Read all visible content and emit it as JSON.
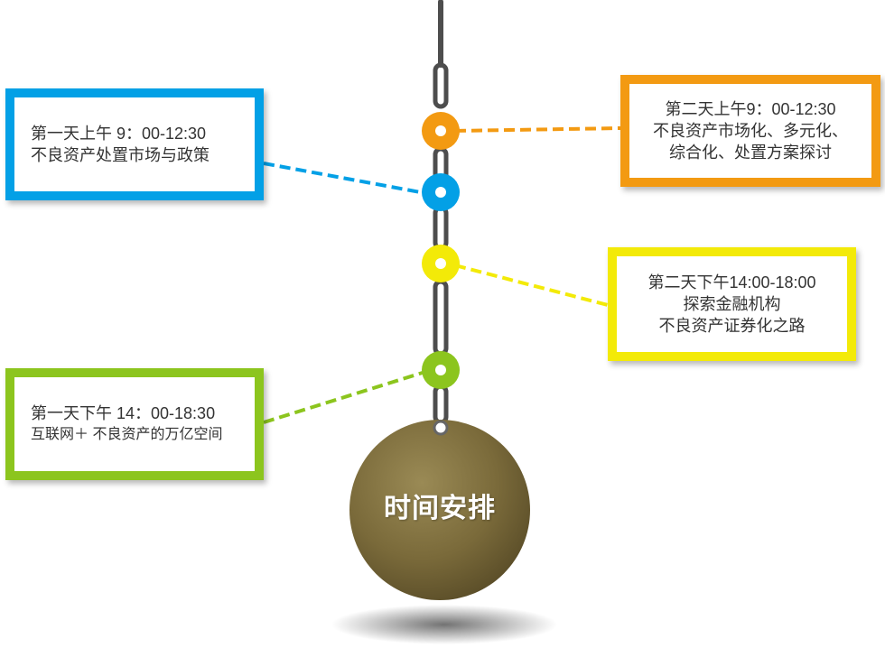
{
  "schedule": [
    {
      "id": "day1-morning",
      "line1": "第一天上午 9：00-12:30",
      "line2": "不良资产处置市场与政策",
      "line3": "",
      "color": "#03a0e6"
    },
    {
      "id": "day2-morning",
      "line1": "第二天上午9：00-12:30",
      "line2": "不良资产市场化、多元化、",
      "line3": "综合化、处置方案探讨",
      "color": "#f39a12"
    },
    {
      "id": "day2-afternoon",
      "line1": "第二天下午14:00-18:00",
      "line2": "探索金融机构",
      "line3": "不良资产证券化之路",
      "color": "#f3ea08"
    },
    {
      "id": "day1-afternoon",
      "line1": "第一天下午 14：00-18:30",
      "line2": "互联网＋ 不良资产的万亿空间",
      "line3": "",
      "color": "#8cc51e"
    }
  ],
  "center": {
    "label": "时间安排",
    "color": "#7a6a3a"
  },
  "chain_color": "#4d4d4d"
}
